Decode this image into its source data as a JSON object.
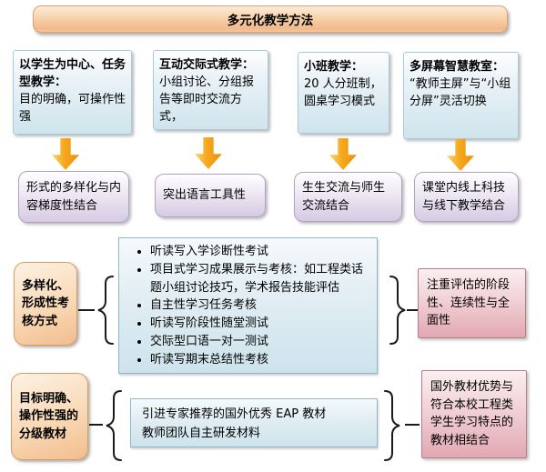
{
  "banner": {
    "title": "多元化教学方法"
  },
  "columns": [
    {
      "title": "以学生为中心、任务型教学：",
      "body": "目的明确，可操作性强",
      "result": "形式的多样化与内容梯度性结合"
    },
    {
      "title": "互动交际式教学：",
      "body": "小组讨论、分组报告等即时交流方式，",
      "result": "突出语言工具性"
    },
    {
      "title": "小班教学：",
      "body": "20 人分班制，圆桌学习模式",
      "result": "生生交流与师生交流结合"
    },
    {
      "title": "多屏幕智慧教室：",
      "body": "“教师主屏”与“小组分屏”灵活切换",
      "result": "课堂内线上科技与线下教学结合"
    }
  ],
  "assessment": {
    "label": "多样化、形成性考核方式",
    "items": [
      "听读写入学诊断性考试",
      "项目式学习成果展示与考核：如工程类话题小组讨论技巧，学术报告技能评估",
      "自主性学习任务考核",
      "听读写阶段性随堂测试",
      "交际型口语一对一测试",
      "听读写期末总结性考核"
    ],
    "conclusion": "注重评估的阶段性、连续性与全面性"
  },
  "materials": {
    "label": "目标明确、操作性强的分级教材",
    "items": [
      "引进专家推荐的国外优秀 EAP 教材",
      "教师团队自主研发材料"
    ],
    "conclusion": "国外教材优势与符合本校工程类学生学习特点的教材相结合"
  },
  "colors": {
    "banner_fill": "#f6c9a0",
    "method_box_fill": "#cfe4ed",
    "arrow_orange": "#f0a202",
    "result_box_fill": "#d6cbe3",
    "label_box_fill": "#f8d3ac",
    "list_box_fill": "#cde3ec",
    "conclusion_box_fill": "#e2a8b2"
  }
}
